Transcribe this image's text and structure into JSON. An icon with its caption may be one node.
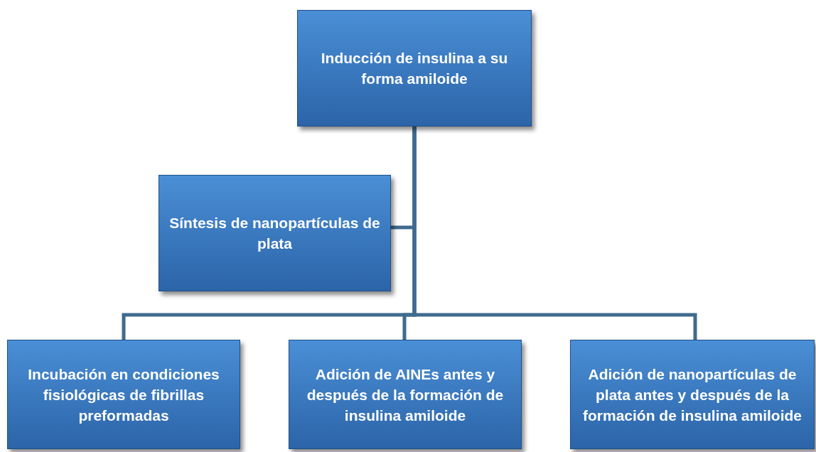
{
  "diagram": {
    "nodes": [
      {
        "text": [
          "Inducción de insulina a su forma amiloide"
        ]
      },
      {
        "text": [
          "Síntesis de nanopartículas de plata"
        ]
      },
      {
        "text": [
          "Incubación en condiciones fisiológicas de fibrillas preformadas"
        ]
      },
      {
        "text": [
          "Adición de AINEs  antes y después de la formación de insulina amiloide"
        ]
      },
      {
        "text": [
          "Adición de nanopartículas de plata antes y después de la formación de insulina amiloide"
        ]
      }
    ],
    "edges": [
      {
        "from": 0,
        "to": 1,
        "arrow": "none"
      },
      {
        "from": 0,
        "to": 2,
        "arrow": "none"
      },
      {
        "from": 0,
        "to": 3,
        "arrow": "none"
      },
      {
        "from": 0,
        "to": 4,
        "arrow": "none"
      }
    ]
  }
}
